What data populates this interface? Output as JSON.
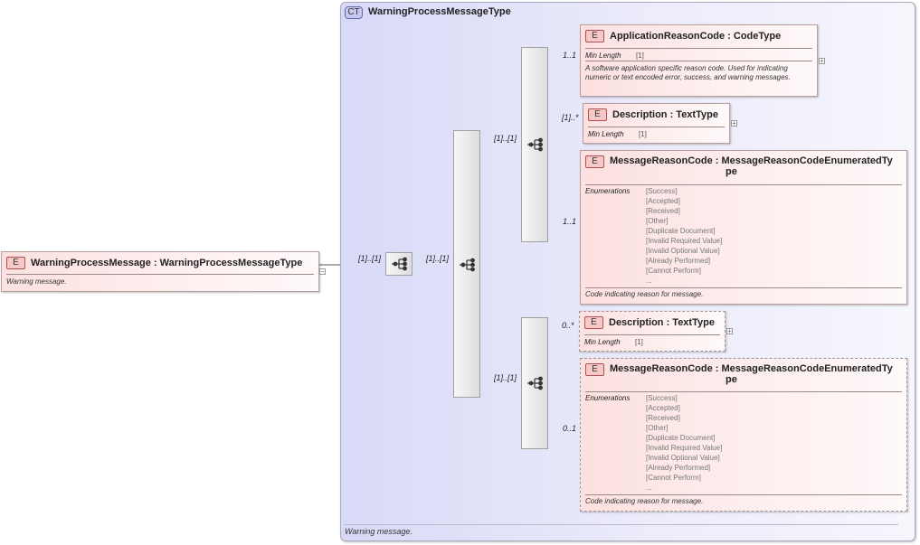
{
  "complex_type": {
    "badge": "CT",
    "name": "WarningProcessMessageType",
    "documentation": "Warning message."
  },
  "root_element": {
    "badge": "E",
    "title": "WarningProcessMessage : WarningProcessMessageType",
    "documentation": "Warning message."
  },
  "cardinalities": {
    "root_to_seq": "[1]..[1]",
    "seq_to_choice": "[1]..[1]",
    "choice_to_seq_a": "[1]..[1]",
    "choice_to_seq_b": "[1]..[1]",
    "app_reason": "1..1",
    "desc_a": "[1]..*",
    "reason_a": "1..1",
    "desc_b": "0..*",
    "reason_b": "0..1"
  },
  "elements": {
    "app_reason": {
      "badge": "E",
      "title": "ApplicationReasonCode : CodeType",
      "facet_name": "Min Length",
      "facet_value": "[1]",
      "documentation": "A software application specific reason code. Used for indicating numeric or text encoded error, success, and warning messages."
    },
    "desc_a": {
      "badge": "E",
      "title": "Description : TextType",
      "facet_name": "Min Length",
      "facet_value": "[1]"
    },
    "reason_a": {
      "badge": "E",
      "title_line1": "MessageReasonCode : MessageReasonCodeEnumeratedTy",
      "title_line2": "pe",
      "facet_name": "Enumerations",
      "enumerations": [
        "[Success]",
        "[Accepted]",
        "[Received]",
        "[Other]",
        "[Duplicate Document]",
        "[Invalid Required Value]",
        "[Invalid Optional Value]",
        "[Already Performed]",
        "[Cannot Perform]",
        "..."
      ],
      "documentation": "Code indicating reason for message."
    },
    "desc_b": {
      "badge": "E",
      "title": "Description : TextType",
      "facet_name": "Min Length",
      "facet_value": "[1]"
    },
    "reason_b": {
      "badge": "E",
      "title_line1": "MessageReasonCode : MessageReasonCodeEnumeratedTy",
      "title_line2": "pe",
      "facet_name": "Enumerations",
      "enumerations": [
        "[Success]",
        "[Accepted]",
        "[Received]",
        "[Other]",
        "[Duplicate Document]",
        "[Invalid Required Value]",
        "[Invalid Optional Value]",
        "[Already Performed]",
        "[Cannot Perform]",
        "..."
      ],
      "documentation": "Code indicating reason for message."
    }
  },
  "icons": {
    "sequence": "sequence-compositor-icon",
    "expander_plus": "+",
    "expander_minus": "−"
  }
}
